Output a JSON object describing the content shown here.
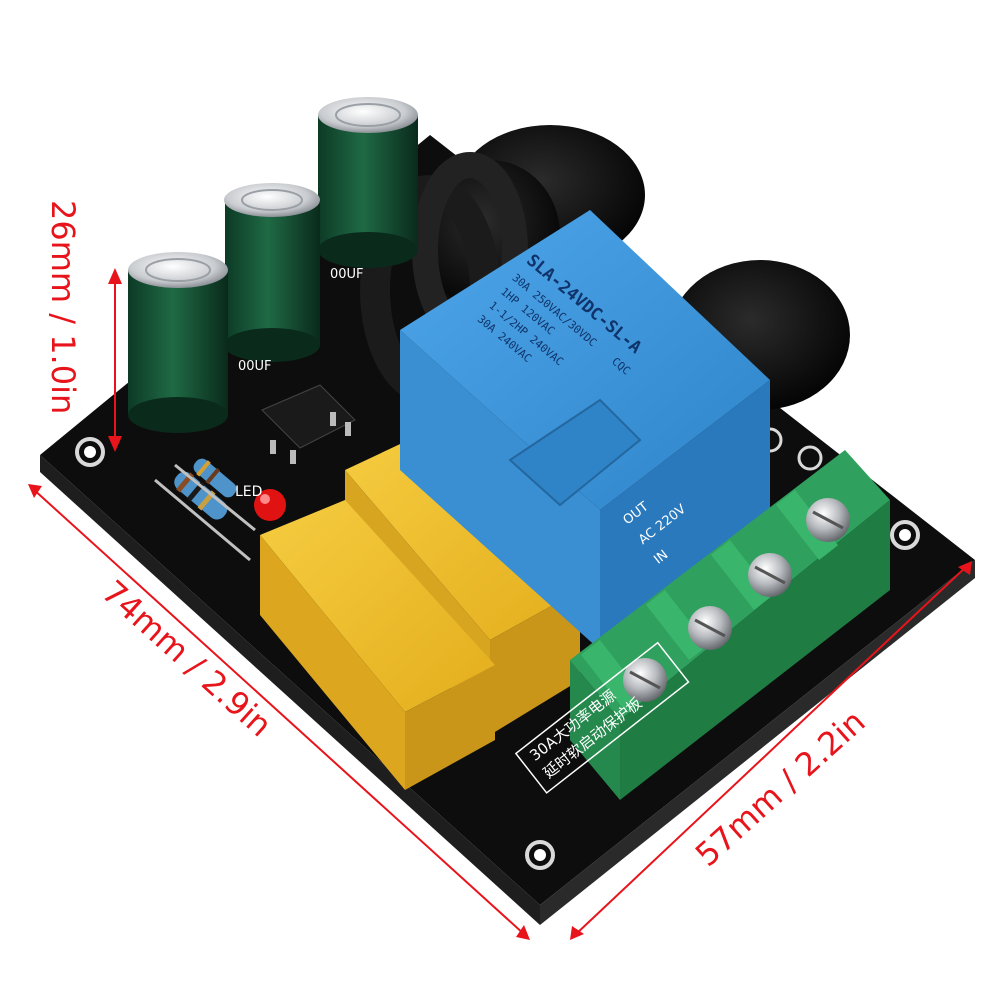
{
  "dimensions": {
    "height": "26mm / 1.0in",
    "length": "74mm / 2.9in",
    "width": "57mm / 2.2in",
    "color": "#e8141b"
  },
  "board": {
    "title_line1": "30A大功率电源",
    "title_line2": "延时软启动保护板",
    "led_label": "LED",
    "cap_label_1": "00UF",
    "cap_label_2": "00UF",
    "board_color": "#141414"
  },
  "relay": {
    "model": "SLA-24VDC-SL-A",
    "rating_1": "30A 250VAC/30VDC",
    "rating_2": "1HP 120VAC",
    "rating_3": "1-1/2HP 240VAC",
    "rating_4": "30A 240VAC",
    "cert": "CQC",
    "pin_label_1": "OUT",
    "pin_label_2": "AC 220V",
    "pin_label_3": "IN",
    "color": "#3b8fd4"
  }
}
